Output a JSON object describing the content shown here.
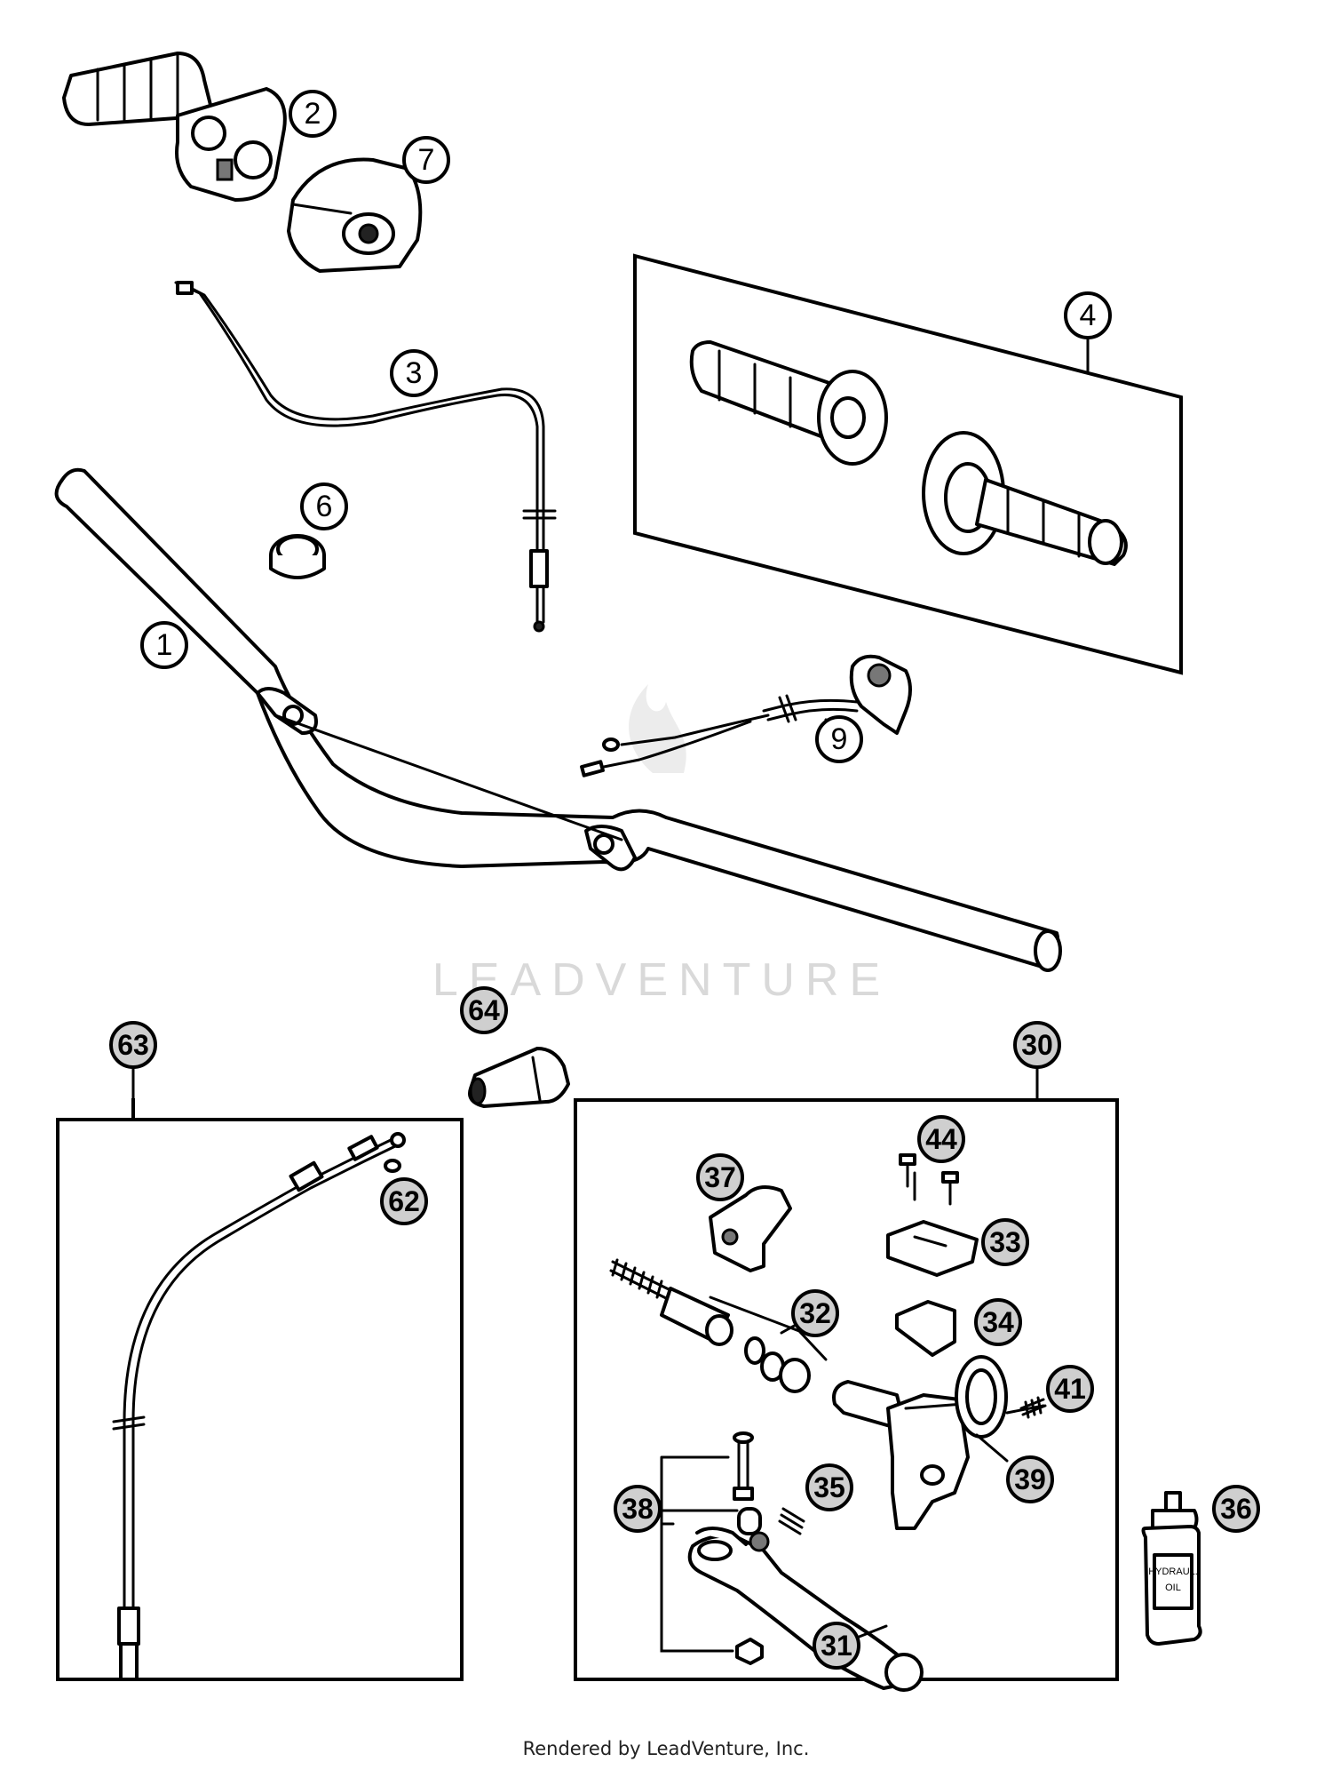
{
  "diagram": {
    "callouts": [
      {
        "id": "1",
        "label": "1"
      },
      {
        "id": "2",
        "label": "2"
      },
      {
        "id": "3",
        "label": "3"
      },
      {
        "id": "4",
        "label": "4"
      },
      {
        "id": "6",
        "label": "6"
      },
      {
        "id": "7",
        "label": "7"
      },
      {
        "id": "9",
        "label": "9"
      },
      {
        "id": "30",
        "label": "30"
      },
      {
        "id": "31",
        "label": "31"
      },
      {
        "id": "32",
        "label": "32"
      },
      {
        "id": "33",
        "label": "33"
      },
      {
        "id": "34",
        "label": "34"
      },
      {
        "id": "35",
        "label": "35"
      },
      {
        "id": "36",
        "label": "36"
      },
      {
        "id": "37",
        "label": "37"
      },
      {
        "id": "38",
        "label": "38"
      },
      {
        "id": "39",
        "label": "39"
      },
      {
        "id": "41",
        "label": "41"
      },
      {
        "id": "44",
        "label": "44"
      },
      {
        "id": "62",
        "label": "62"
      },
      {
        "id": "63",
        "label": "63"
      },
      {
        "id": "64",
        "label": "64"
      }
    ],
    "watermark": "LEADVENTURE",
    "oil_bottle_label_line1": "HYDRAUL.",
    "oil_bottle_label_line2": "OIL"
  },
  "footer": {
    "text": "Rendered by LeadVenture, Inc."
  }
}
